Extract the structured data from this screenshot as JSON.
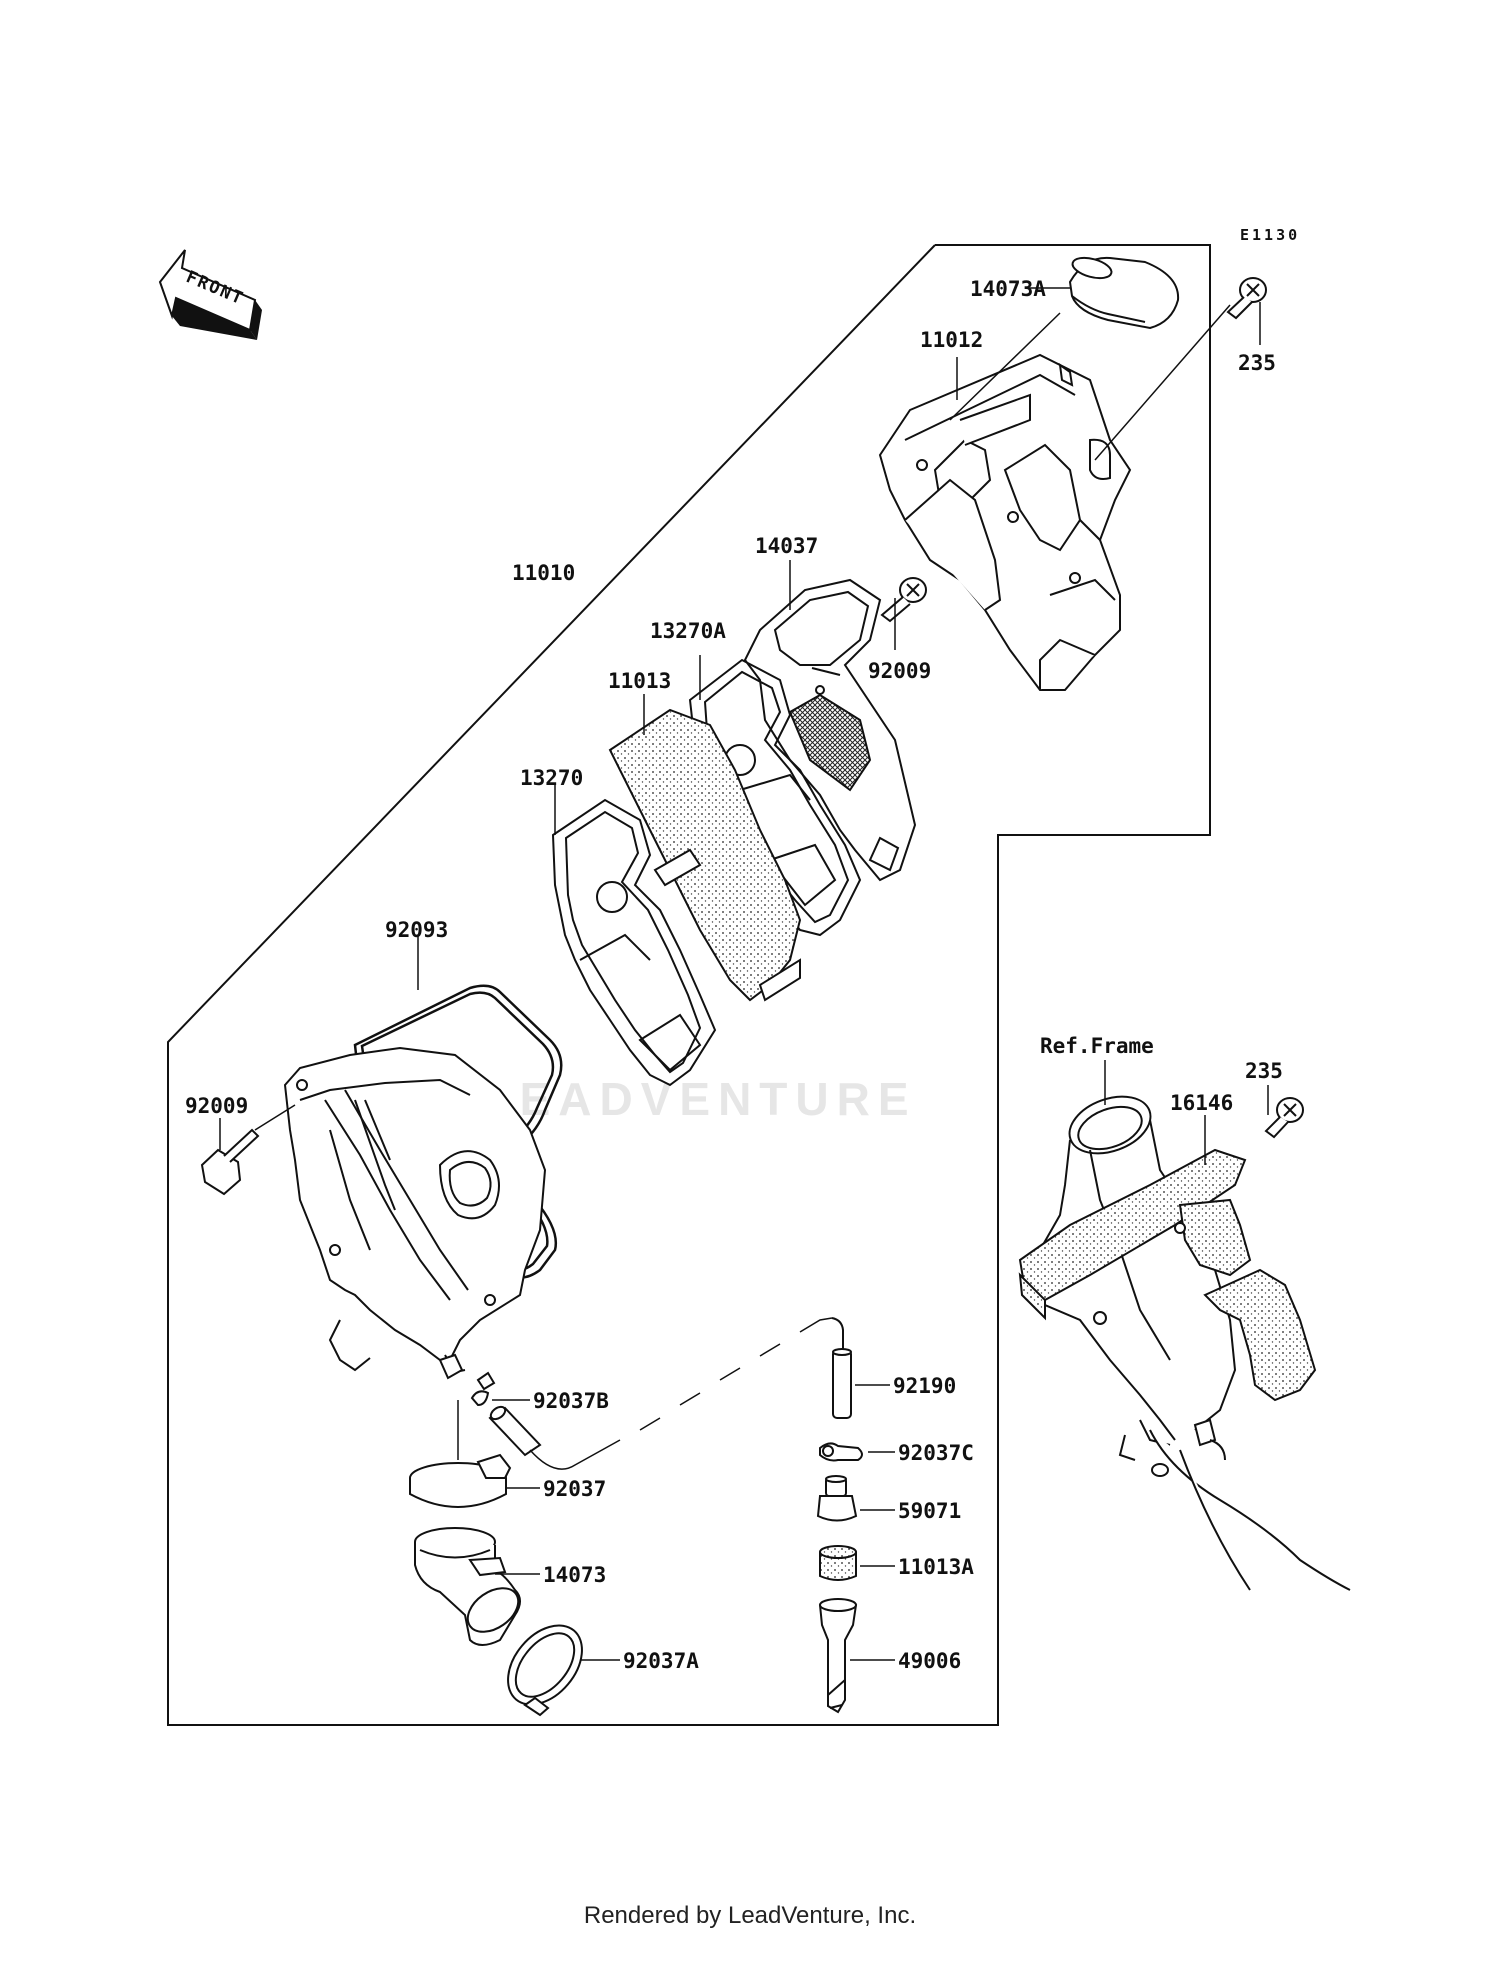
{
  "diagram": {
    "code": "E1130",
    "front_label": "FRONT",
    "watermark": "LEADVENTURE",
    "ref_frame_label": "Ref.Frame"
  },
  "parts": [
    {
      "id": "p_14073A",
      "label": "14073A"
    },
    {
      "id": "p_11012",
      "label": "11012"
    },
    {
      "id": "p_235_top",
      "label": "235"
    },
    {
      "id": "p_11010",
      "label": "11010"
    },
    {
      "id": "p_14037",
      "label": "14037"
    },
    {
      "id": "p_13270A",
      "label": "13270A"
    },
    {
      "id": "p_92009_top",
      "label": "92009"
    },
    {
      "id": "p_11013",
      "label": "11013"
    },
    {
      "id": "p_13270",
      "label": "13270"
    },
    {
      "id": "p_92093",
      "label": "92093"
    },
    {
      "id": "p_92009_left",
      "label": "92009"
    },
    {
      "id": "p_92037B",
      "label": "92037B"
    },
    {
      "id": "p_92190",
      "label": "92190"
    },
    {
      "id": "p_92037C",
      "label": "92037C"
    },
    {
      "id": "p_92037",
      "label": "92037"
    },
    {
      "id": "p_59071",
      "label": "59071"
    },
    {
      "id": "p_14073",
      "label": "14073"
    },
    {
      "id": "p_11013A",
      "label": "11013A"
    },
    {
      "id": "p_92037A",
      "label": "92037A"
    },
    {
      "id": "p_49006",
      "label": "49006"
    },
    {
      "id": "p_235_right",
      "label": "235"
    },
    {
      "id": "p_16146",
      "label": "16146"
    }
  ],
  "footer": {
    "text": "Rendered by LeadVenture, Inc."
  }
}
